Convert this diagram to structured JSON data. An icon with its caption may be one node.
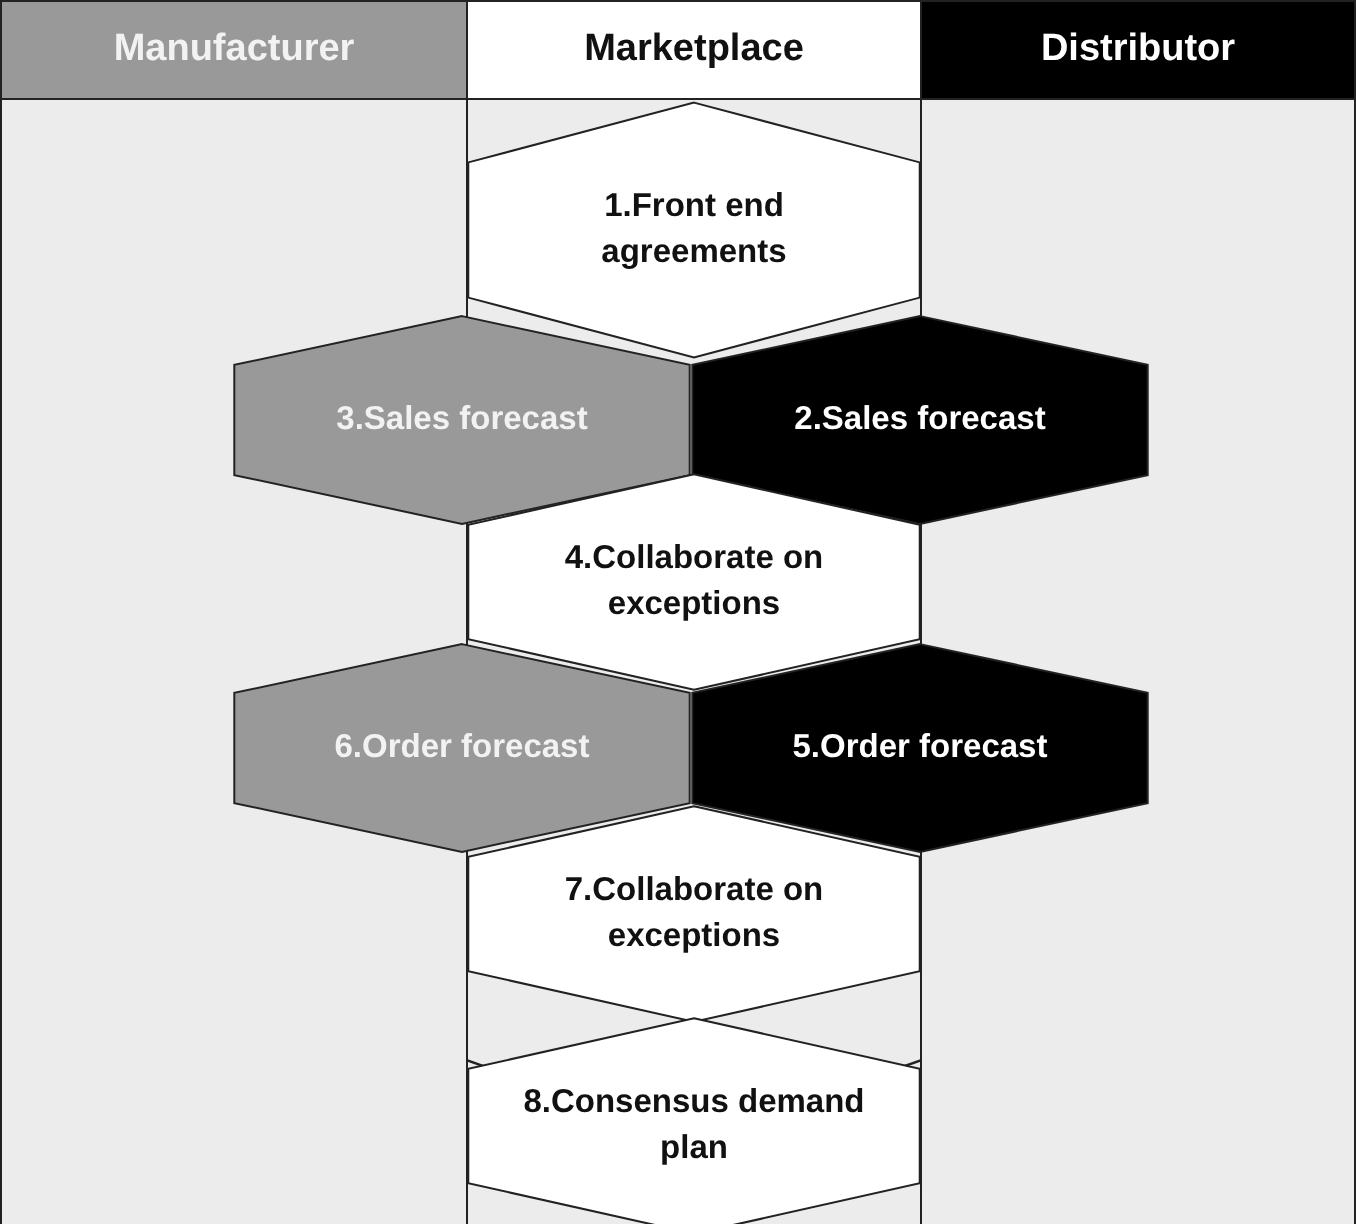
{
  "diagram": {
    "nodes": [
      {
        "text": [
          "Manufacturer"
        ]
      },
      {
        "text": [
          "Marketplace"
        ]
      },
      {
        "text": [
          "Distributor"
        ]
      },
      {
        "text": [
          "1.Front end agreements"
        ]
      },
      {
        "text": [
          "3.Sales forecast"
        ]
      },
      {
        "text": [
          "2.Sales forecast"
        ]
      },
      {
        "text": [
          "4.Collaborate on exceptions"
        ]
      },
      {
        "text": [
          "6.Order forecast"
        ]
      },
      {
        "text": [
          "5.Order forecast"
        ]
      },
      {
        "text": [
          "7.Collaborate on exceptions"
        ]
      },
      {
        "text": [
          "8.Consensus demand plan"
        ]
      }
    ]
  }
}
